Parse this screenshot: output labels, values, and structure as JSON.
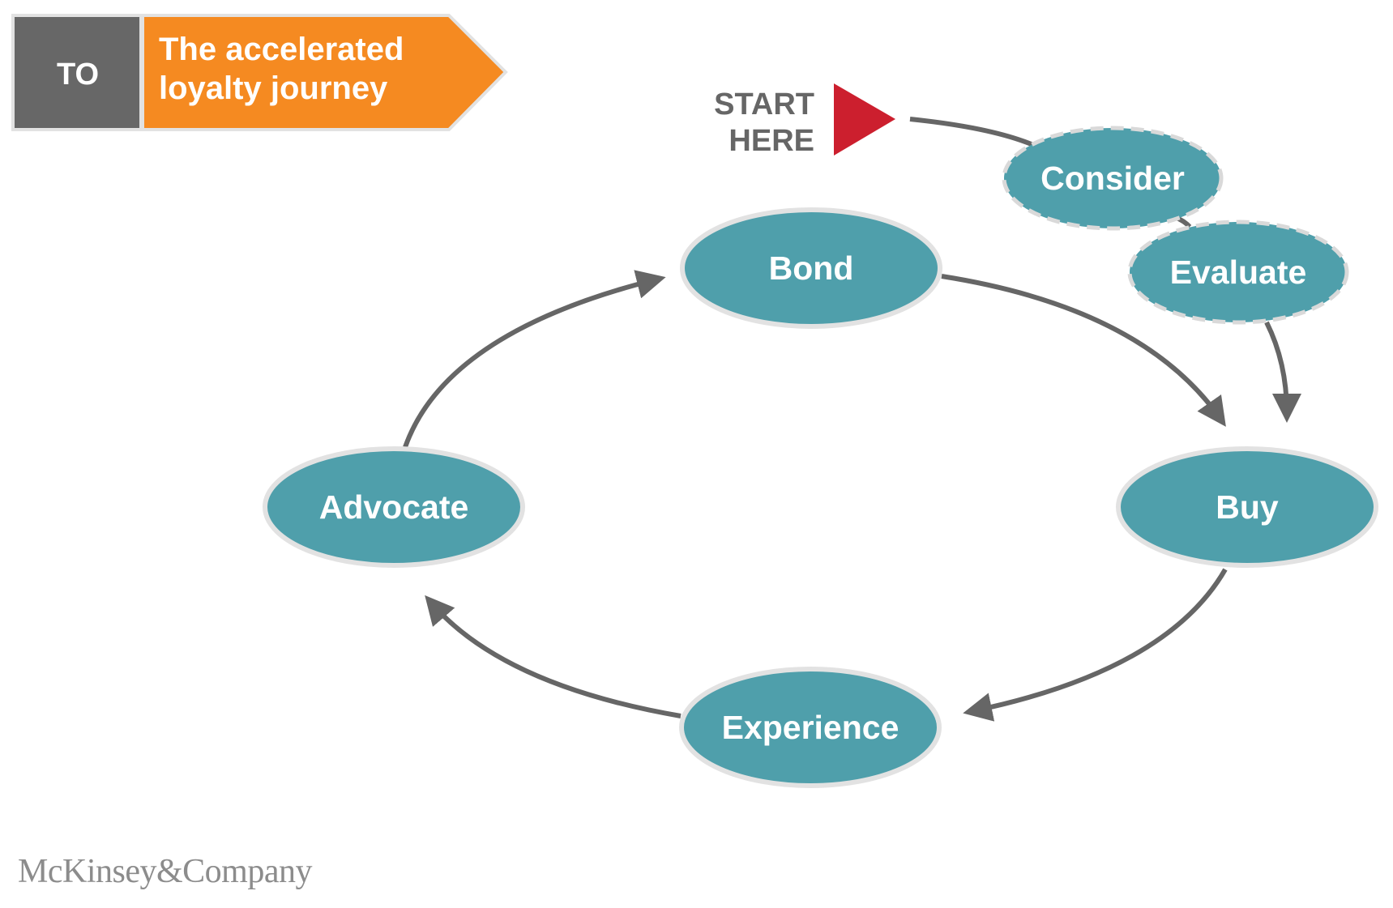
{
  "header": {
    "tag": "TO",
    "title_line1": "The accelerated",
    "title_line2": "loyalty journey",
    "tag_color": "#676767",
    "title_color": "#f58a21"
  },
  "start": {
    "line1": "START",
    "line2": "HERE",
    "marker_color": "#cc1f2e"
  },
  "nodes": {
    "consider": "Consider",
    "evaluate": "Evaluate",
    "bond": "Bond",
    "buy": "Buy",
    "experience": "Experience",
    "advocate": "Advocate"
  },
  "colors": {
    "node_fill": "#4f9fab",
    "node_border": "#e2e2e2",
    "arrow": "#666666"
  },
  "footer": {
    "logo": "McKinsey&Company"
  }
}
